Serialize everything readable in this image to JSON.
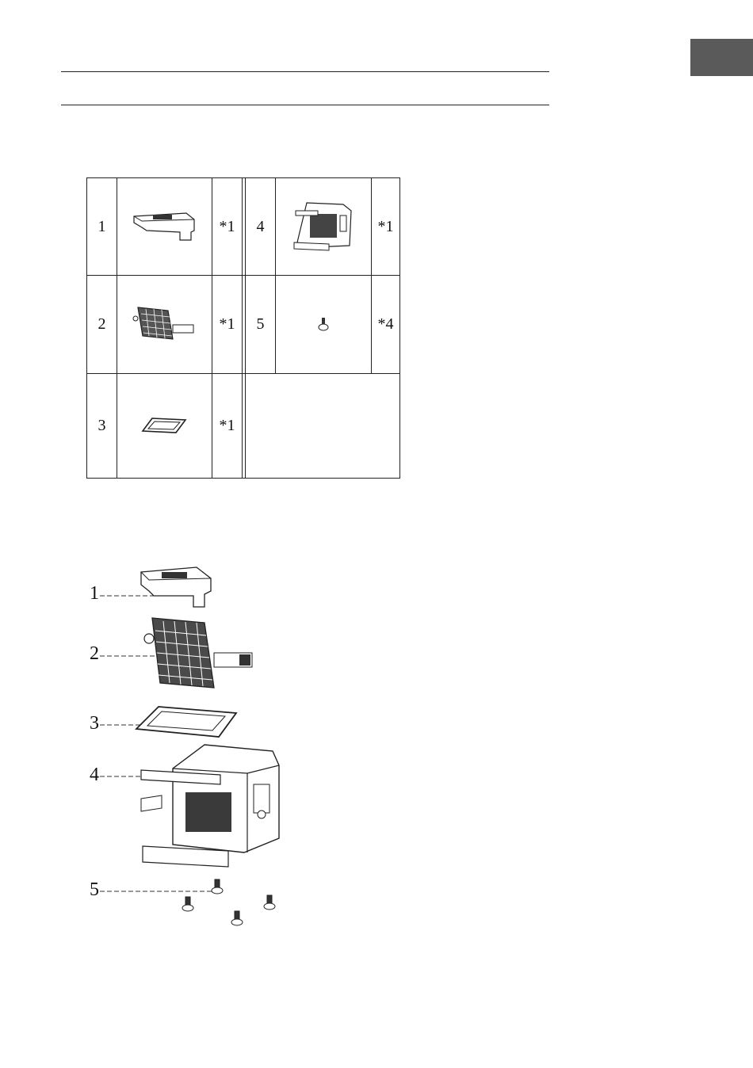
{
  "parts_table": [
    {
      "left_num": "1",
      "left_qty": "*1",
      "right_num": "4",
      "right_qty": "*1"
    },
    {
      "left_num": "2",
      "left_qty": "*1",
      "right_num": "5",
      "right_qty": "*4"
    },
    {
      "left_num": "3",
      "left_qty": "*1",
      "right_num": "",
      "right_qty": ""
    }
  ],
  "exploded_view": {
    "callouts": [
      "1",
      "2",
      "3",
      "4",
      "5"
    ]
  }
}
